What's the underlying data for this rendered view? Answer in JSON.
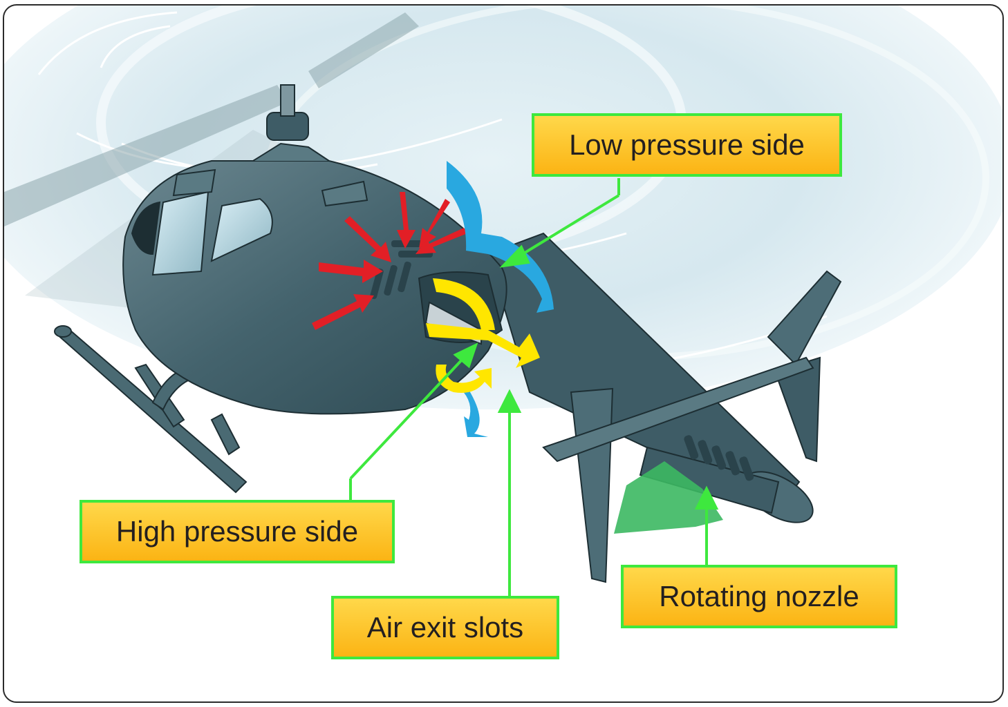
{
  "callouts": {
    "low_pressure_side": "Low pressure side",
    "high_pressure_side": "High pressure side",
    "air_exit_slots": "Air exit slots",
    "rotating_nozzle": "Rotating nozzle"
  },
  "colors": {
    "callout_border": "#3ee83e",
    "callout_fill": "#fbc02d",
    "leader_line": "#3ee83e",
    "fuselage": "#3f5f69",
    "low_pressure_flow": "#29a8e0",
    "high_pressure_arrows": "#e21f26",
    "internal_airflow": "#ffe600",
    "nozzle_thrust": "#3cb862"
  }
}
